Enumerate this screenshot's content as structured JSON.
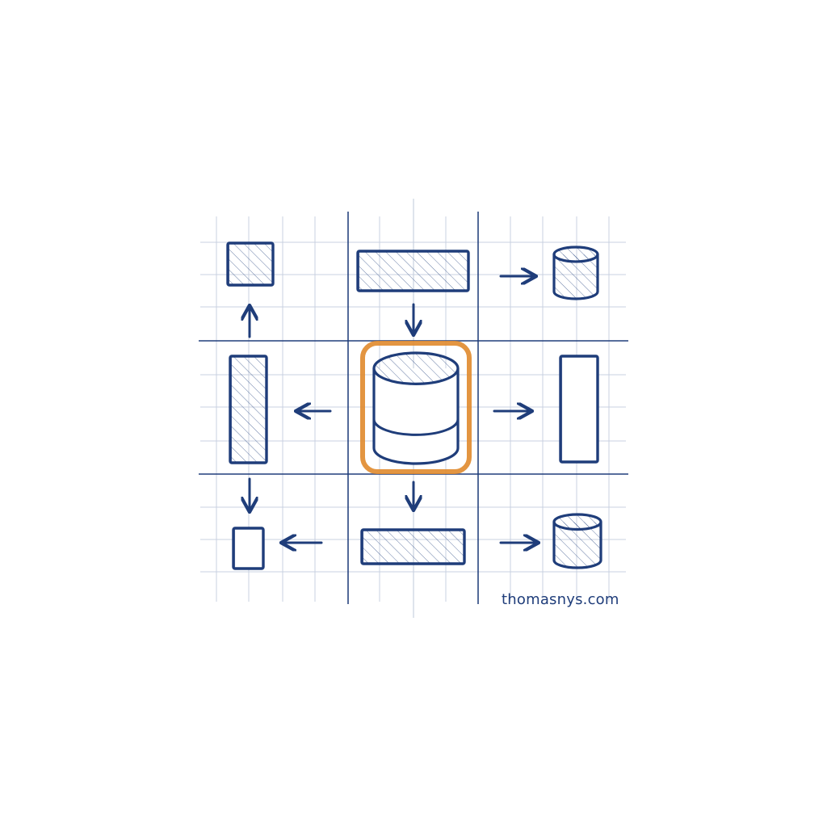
{
  "diagram": {
    "ink_color": "#1f3d7a",
    "grid_color": "#c9d1e0",
    "highlight_color": "#e08a2c",
    "background": "#ffffff",
    "nodes": [
      {
        "id": "top-left",
        "shape": "square",
        "hatched": true
      },
      {
        "id": "top-center",
        "shape": "bar",
        "hatched": true
      },
      {
        "id": "top-right",
        "shape": "cylinder",
        "hatched": true
      },
      {
        "id": "middle-left",
        "shape": "tall-bar",
        "hatched": true
      },
      {
        "id": "center",
        "shape": "cylinder",
        "hatched": true,
        "highlighted": true
      },
      {
        "id": "middle-right",
        "shape": "tall-bar",
        "hatched": false
      },
      {
        "id": "bottom-left",
        "shape": "square",
        "hatched": false
      },
      {
        "id": "bottom-center",
        "shape": "bar",
        "hatched": true
      },
      {
        "id": "bottom-right",
        "shape": "cylinder",
        "hatched": true
      }
    ],
    "edges": [
      {
        "from": "top-center",
        "to": "top-right"
      },
      {
        "from": "top-center",
        "to": "center"
      },
      {
        "from": "middle-left",
        "to": "top-left"
      },
      {
        "from": "center",
        "to": "middle-left"
      },
      {
        "from": "center",
        "to": "middle-right"
      },
      {
        "from": "middle-left",
        "to": "bottom-left"
      },
      {
        "from": "center",
        "to": "bottom-center"
      },
      {
        "from": "bottom-center",
        "to": "bottom-left"
      },
      {
        "from": "bottom-center",
        "to": "bottom-right"
      }
    ]
  },
  "watermark": {
    "text": "thomasnys.com",
    "color": "#1f3d7a"
  }
}
